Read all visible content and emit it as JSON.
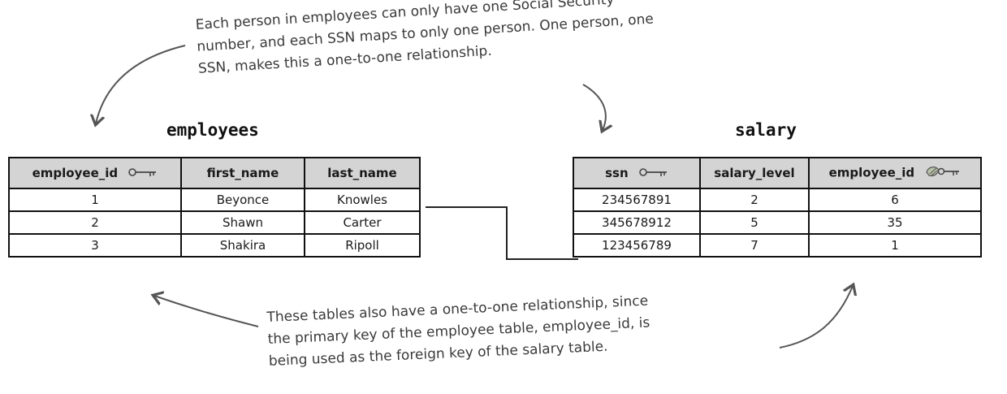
{
  "top_note": {
    "lines": [
      "Each person in employees can only have one Social Security",
      "number, and each SSN maps to only one person. One person, one",
      "SSN, makes this a one-to-one relationship."
    ]
  },
  "bottom_note": {
    "lines": [
      "These tables also have a one-to-one relationship, since",
      "the primary key of the employee table, employee_id, is",
      "being used as the foreign key of the salary table."
    ]
  },
  "employees": {
    "title": "employees",
    "columns": [
      "employee_id",
      "first_name",
      "last_name"
    ],
    "primary_key_icon": "key-icon",
    "rows": [
      [
        "1",
        "Beyonce",
        "Knowles"
      ],
      [
        "2",
        "Shawn",
        "Carter"
      ],
      [
        "3",
        "Shakira",
        "Ripoll"
      ]
    ]
  },
  "salary": {
    "title": "salary",
    "columns": [
      "ssn",
      "salary_level",
      "employee_id"
    ],
    "primary_key_icon": "key-icon",
    "foreign_key_icon": "foreign-key-icon",
    "rows": [
      [
        "234567891",
        "2",
        "6"
      ],
      [
        "345678912",
        "5",
        "35"
      ],
      [
        "123456789",
        "7",
        "1"
      ]
    ]
  },
  "colors": {
    "header_bg": "#d4d4d4",
    "border": "#111111",
    "note_text": "#3a3a3a"
  }
}
